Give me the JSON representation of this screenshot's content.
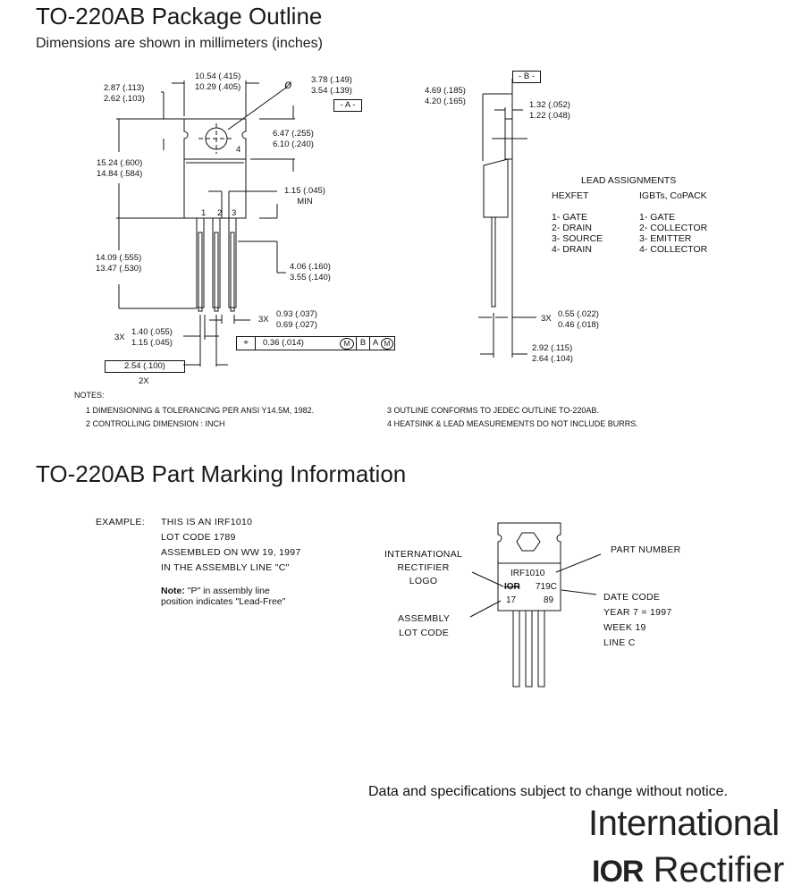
{
  "outline": {
    "title": "TO-220AB Package Outline",
    "subtitle": "Dimensions are shown in millimeters (inches)",
    "front": {
      "d_width": [
        "10.54 (.415)",
        "10.29 (.405)"
      ],
      "d_tab_edge": [
        "2.87 (.113)",
        "2.62 (.103)"
      ],
      "d_hole": [
        "3.78 (.149)",
        "3.54 (.139)"
      ],
      "hole_symbol": "ø",
      "datum_a": "- A -",
      "d_tab_height": [
        "6.47 (.255)",
        "6.10 (.240)"
      ],
      "tab_number": "4",
      "d_body_height": [
        "15.24 (.600)",
        "14.84 (.584)"
      ],
      "d_lead_min": [
        "1.15 (.045)",
        "MIN"
      ],
      "lead_numbers": [
        "1",
        "2",
        "3"
      ],
      "d_lead_length": [
        "14.09 (.555)",
        "13.47 (.530)"
      ],
      "d_lead_shoulder": [
        "4.06 (.160)",
        "3.55 (.140)"
      ],
      "d_lead_width": [
        "0.93 (.037)",
        "0.69 (.027)"
      ],
      "d_lead_width_prefix": "3X",
      "d_lead_upper": [
        "1.40 (.055)",
        "1.15 (.045)"
      ],
      "d_lead_upper_prefix": "3X",
      "tolerance_frame": {
        "symbol": "⌖",
        "value": "0.36 (.014)",
        "m1": "M",
        "b": "B",
        "a": "A",
        "m2": "M"
      },
      "d_pitch": "2.54 (.100)",
      "d_pitch_count": "2X"
    },
    "side": {
      "datum_b": "- B -",
      "d_depth": [
        "4.69 (.185)",
        "4.20 (.165)"
      ],
      "d_tab_thick": [
        "1.32 (.052)",
        "1.22 (.048)"
      ],
      "d_lead_thick": [
        "0.55 (.022)",
        "0.46 (.018)"
      ],
      "d_lead_thick_prefix": "3X",
      "d_lead_offset": [
        "2.92 (.115)",
        "2.64 (.104)"
      ]
    },
    "lead_assignments": {
      "title": "LEAD ASSIGNMENTS",
      "columns": [
        {
          "header": "HEXFET",
          "items": [
            "1- GATE",
            "2- DRAIN",
            "3- SOURCE",
            "4- DRAIN"
          ]
        },
        {
          "header": "IGBTs, CoPACK",
          "items": [
            "1- GATE",
            "2- COLLECTOR",
            "3- EMITTER",
            "4- COLLECTOR"
          ]
        }
      ]
    },
    "notes": {
      "title": "NOTES:",
      "items": [
        "1  DIMENSIONING & TOLERANCING PER ANSI Y14.5M, 1982.",
        "2  CONTROLLING DIMENSION : INCH",
        "3  OUTLINE CONFORMS TO JEDEC OUTLINE TO-220AB.",
        "4  HEATSINK & LEAD MEASUREMENTS DO NOT INCLUDE BURRS."
      ]
    }
  },
  "marking": {
    "title": "TO-220AB Part Marking Information",
    "example_label": "EXAMPLE:",
    "example_lines": [
      "THIS IS AN IRF1010",
      "LOT CODE 1789",
      "ASSEMBLED ON WW 19, 1997",
      "IN THE ASSEMBLY LINE \"C\""
    ],
    "note_label": "Note:",
    "note_text": "\"P\" in assembly line",
    "note_text2": "position indicates \"Lead-Free\"",
    "pkg": {
      "part": "IRF1010",
      "logo": "IOR",
      "date": "719C",
      "lot_left": "17",
      "lot_right": "89"
    },
    "callouts": {
      "logo": [
        "INTERNATIONAL",
        "RECTIFIER",
        "LOGO"
      ],
      "assembly": [
        "ASSEMBLY",
        "LOT CODE"
      ],
      "part_number": "PART NUMBER",
      "date": [
        "DATE CODE",
        "YEAR 7 = 1997",
        "WEEK 19",
        "LINE C"
      ]
    }
  },
  "footer": {
    "disclaimer": "Data and specifications subject to change without notice.",
    "logo_line1": "International",
    "logo_ior": "IOR",
    "logo_line2": "Rectifier"
  }
}
